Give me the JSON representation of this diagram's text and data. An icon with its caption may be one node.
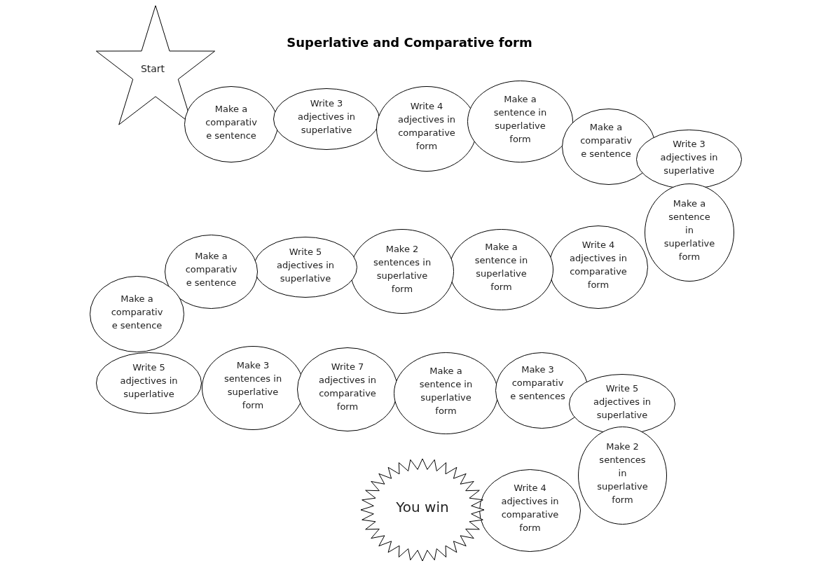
{
  "diagram": {
    "title": "Superlative and Comparative form",
    "nodes": [
      {
        "text": [
          "Start"
        ]
      },
      {
        "text": [
          "Make a comparativ e sentence"
        ]
      },
      {
        "text": [
          "Write 3 adjectives in superlative"
        ]
      },
      {
        "text": [
          "Write 4 adjectives in comparative form"
        ]
      },
      {
        "text": [
          "Make a sentence in superlative form"
        ]
      },
      {
        "text": [
          "Make a comparativ e sentence"
        ]
      },
      {
        "text": [
          "Write 3 adjectives in superlative"
        ]
      },
      {
        "text": [
          "Make a sentence in superlative form"
        ]
      },
      {
        "text": [
          "Write 4 adjectives in comparative form"
        ]
      },
      {
        "text": [
          "Make a sentence in superlative form"
        ]
      },
      {
        "text": [
          "Make 2 sentences in superlative form"
        ]
      },
      {
        "text": [
          "Write 5 adjectives in superlative"
        ]
      },
      {
        "text": [
          "Make a comparativ e sentence"
        ]
      },
      {
        "text": [
          "Make a comparativ e sentence"
        ]
      },
      {
        "text": [
          "Write 5 adjectives in superlative"
        ]
      },
      {
        "text": [
          "Make 3 sentences in superlative form"
        ]
      },
      {
        "text": [
          "Write 7 adjectives in comparative form"
        ]
      },
      {
        "text": [
          "Make a sentence in superlative form"
        ]
      },
      {
        "text": [
          "Make 3 comparativ e sentences"
        ]
      },
      {
        "text": [
          "Write 5 adjectives in superlative"
        ]
      },
      {
        "text": [
          "Make 2 sentences in superlative form"
        ]
      },
      {
        "text": [
          "Write 4 adjectives in comparative form"
        ]
      },
      {
        "text": [
          "You win"
        ]
      }
    ]
  }
}
